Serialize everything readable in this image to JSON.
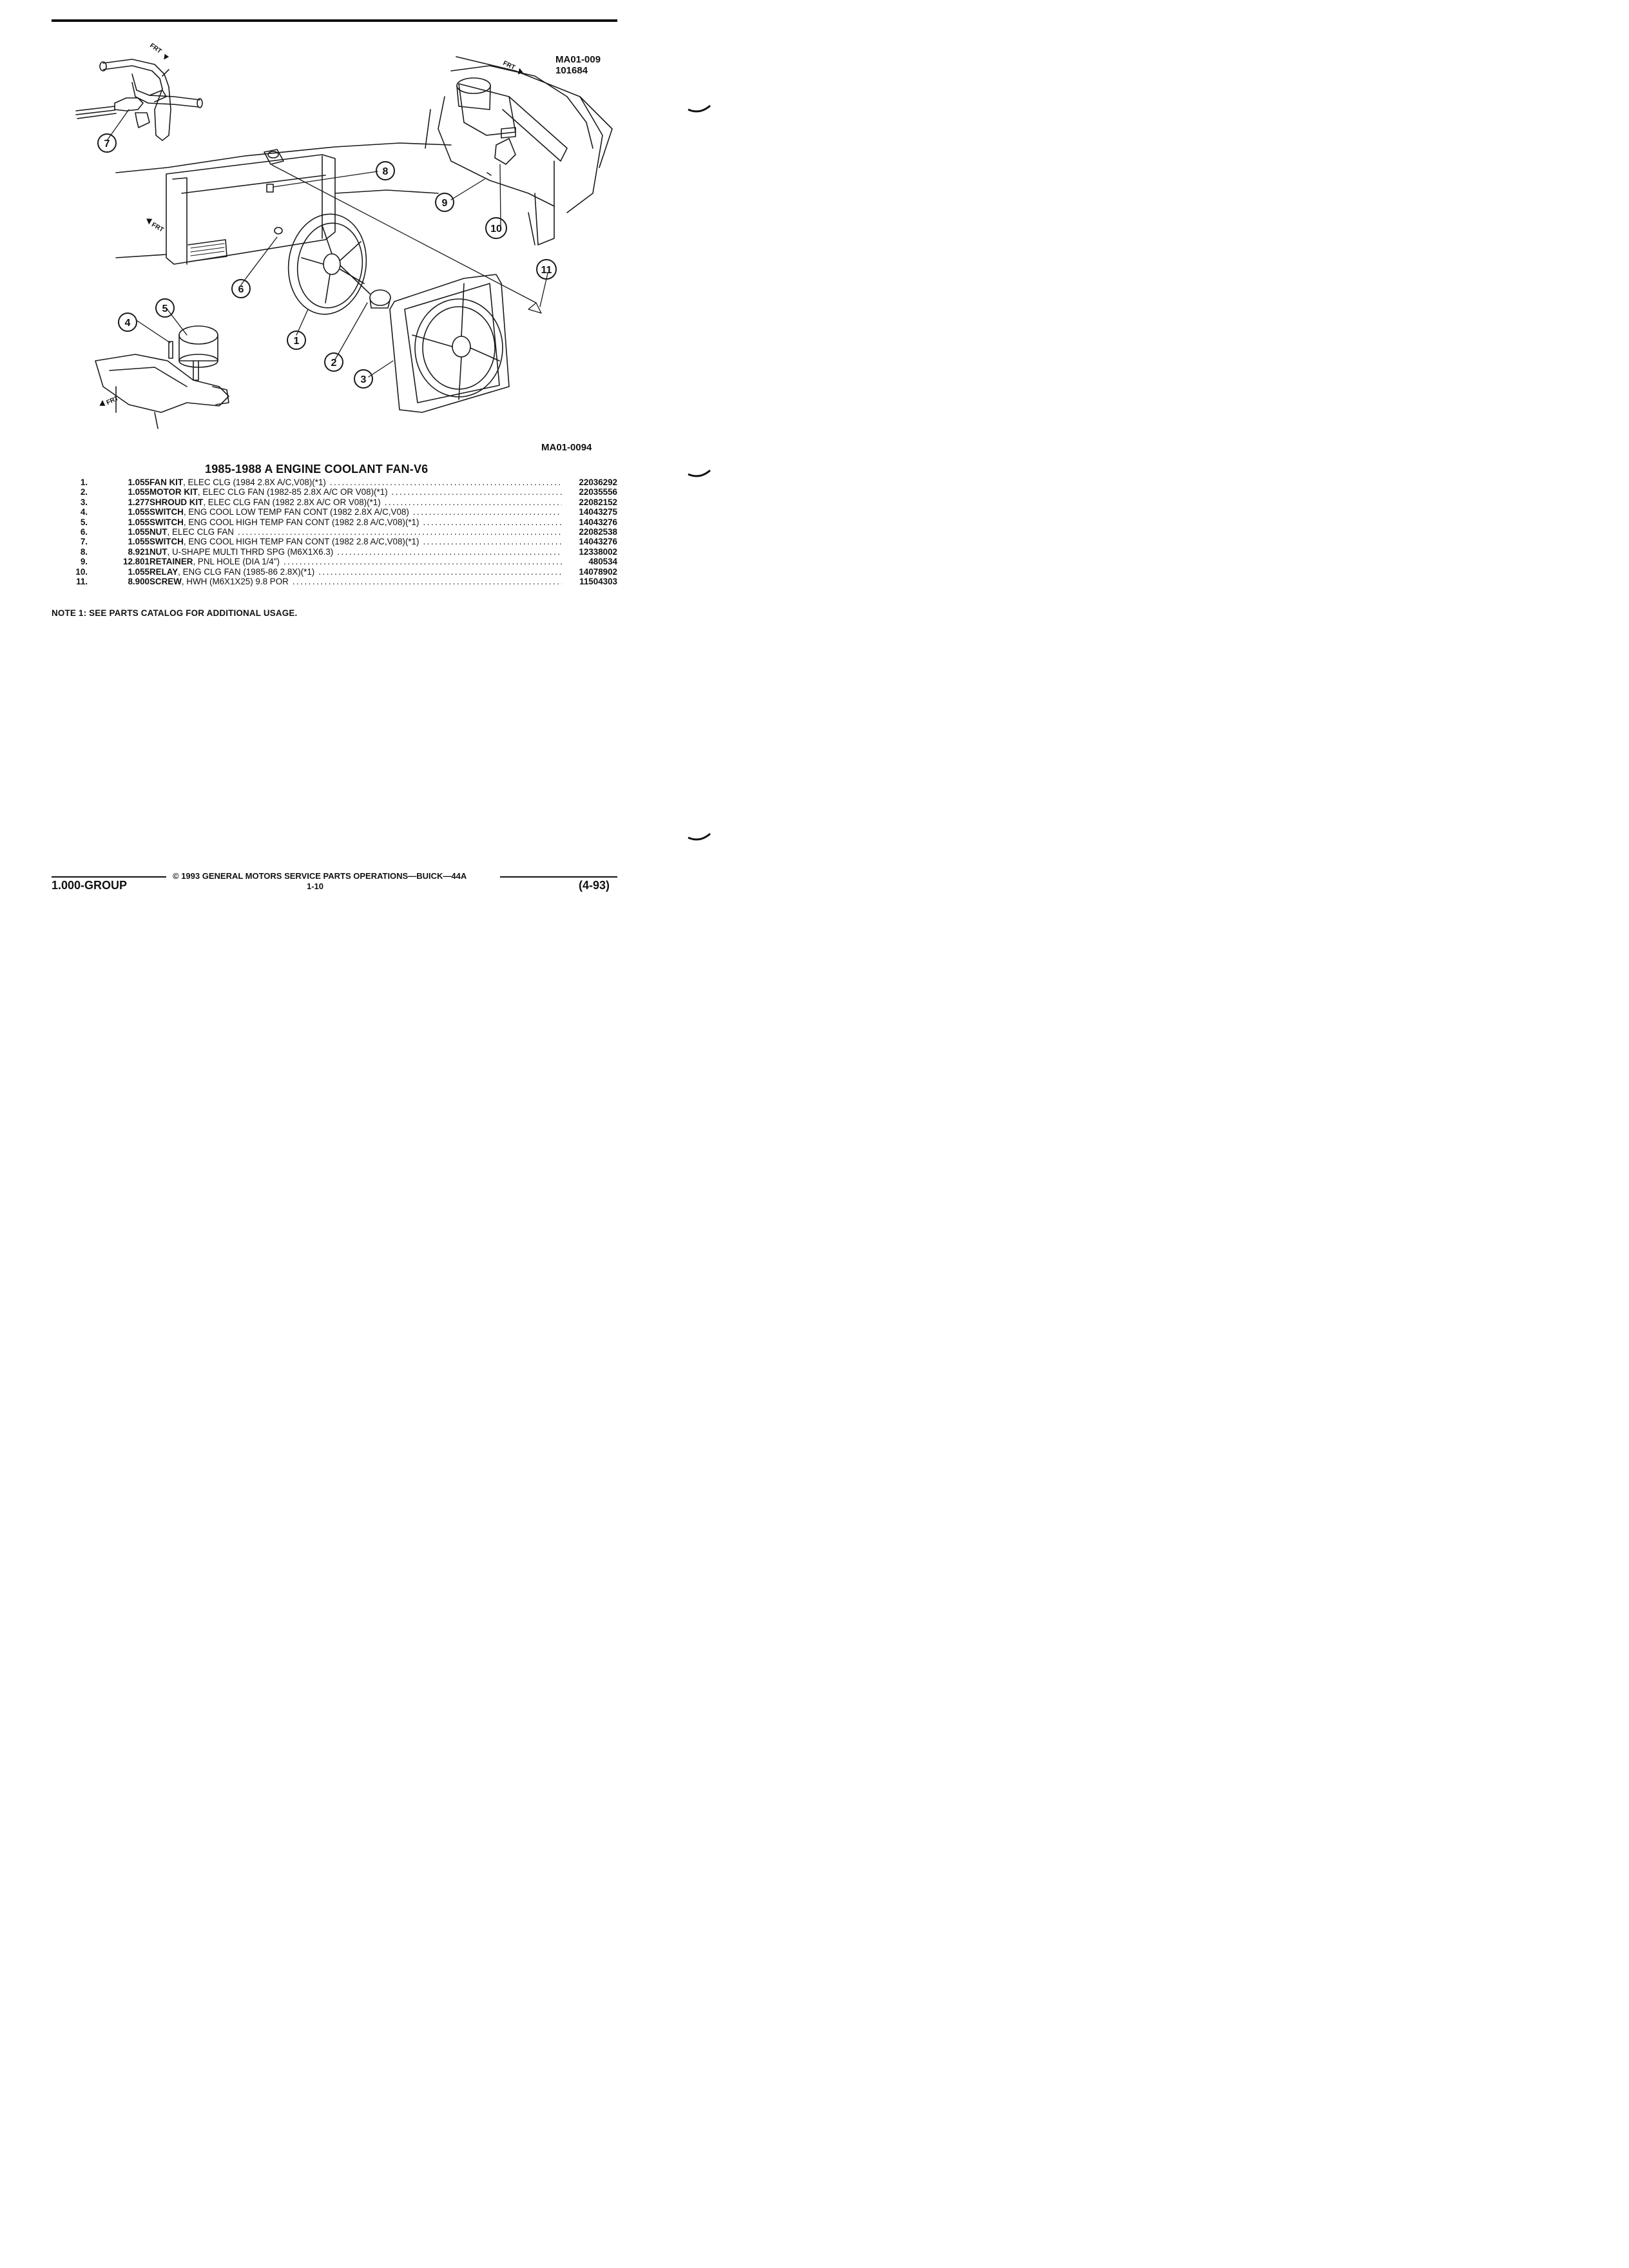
{
  "figure": {
    "ref_top": [
      "MA01-009",
      "101684"
    ],
    "ref_bottom": "MA01-0094",
    "frt_label": "FRT",
    "callouts": [
      "1",
      "2",
      "3",
      "4",
      "5",
      "6",
      "7",
      "8",
      "9",
      "10",
      "11"
    ]
  },
  "section_title": "1985-1988 A ENGINE COOLANT FAN-V6",
  "parts": [
    {
      "num": "1.",
      "group": "1.055",
      "name": "FAN KIT",
      "desc": ", ELEC CLG (1984 2.8X A/C,V08)(*1)",
      "part_no": "22036292"
    },
    {
      "num": "2.",
      "group": "1.055",
      "name": "MOTOR KIT",
      "desc": ", ELEC CLG FAN (1982-85 2.8X A/C OR V08)(*1)",
      "part_no": "22035556"
    },
    {
      "num": "3.",
      "group": "1.277",
      "name": "SHROUD KIT",
      "desc": ", ELEC CLG FAN (1982 2.8X A/C OR V08)(*1)",
      "part_no": "22082152"
    },
    {
      "num": "4.",
      "group": "1.055",
      "name": "SWITCH",
      "desc": ", ENG COOL LOW TEMP FAN CONT (1982 2.8X A/C,V08)",
      "part_no": "14043275"
    },
    {
      "num": "5.",
      "group": "1.055",
      "name": "SWITCH",
      "desc": ", ENG COOL HIGH TEMP FAN CONT (1982 2.8 A/C,V08)(*1)",
      "part_no": "14043276"
    },
    {
      "num": "6.",
      "group": "1.055",
      "name": "NUT",
      "desc": ", ELEC CLG FAN",
      "part_no": "22082538"
    },
    {
      "num": "7.",
      "group": "1.055",
      "name": "SWITCH",
      "desc": ", ENG COOL HIGH TEMP FAN CONT (1982 2.8 A/C,V08)(*1)",
      "part_no": "14043276"
    },
    {
      "num": "8.",
      "group": "8.921",
      "name": "NUT",
      "desc": ", U-SHAPE MULTI THRD SPG (M6X1X6.3)",
      "part_no": "12338002"
    },
    {
      "num": "9.",
      "group": "12.801",
      "name": "RETAINER",
      "desc": ", PNL HOLE (DIA 1/4\")",
      "part_no": "480534"
    },
    {
      "num": "10.",
      "group": "1.055",
      "name": "RELAY",
      "desc": ", ENG CLG FAN (1985-86 2.8X)(*1)",
      "part_no": "14078902"
    },
    {
      "num": "11.",
      "group": "8.900",
      "name": "SCREW",
      "desc": ", HWH (M6X1X25) 9.8 POR",
      "part_no": "11504303"
    }
  ],
  "note": "NOTE  1: SEE PARTS CATALOG FOR ADDITIONAL USAGE.",
  "footer": {
    "copyright": "© 1993  GENERAL MOTORS SERVICE PARTS OPERATIONS—BUICK—44A",
    "group": "1.000-GROUP",
    "page": "1-10",
    "date": "(4-93)"
  }
}
